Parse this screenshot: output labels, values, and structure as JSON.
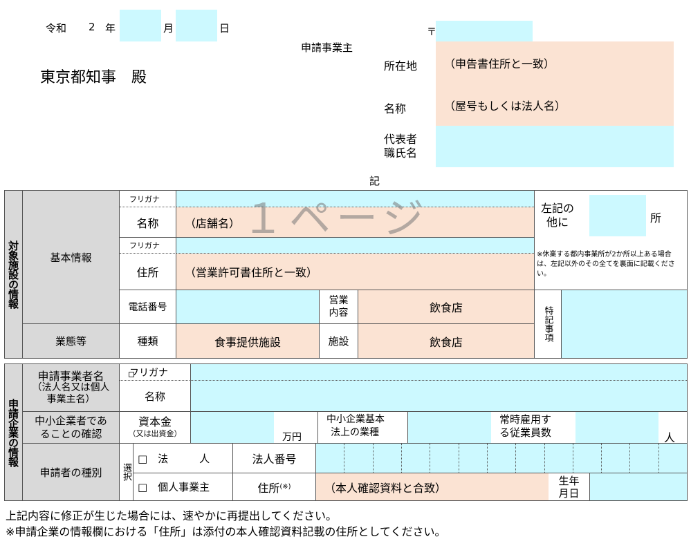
{
  "header": {
    "era": "令和",
    "year_num": "2",
    "year": "年",
    "month": "月",
    "day": "日",
    "addressee": "東京都知事　殿",
    "applicant_label": "申請事業主",
    "postal_mark": "〒",
    "location_label": "所在地",
    "location_hint": "（申告書住所と一致）",
    "name_label": "名称",
    "name_hint": "（屋号もしくは法人名）",
    "rep_label_1": "代表者",
    "rep_label_2": "職氏名",
    "ki": "記"
  },
  "watermark": "１ページ",
  "facility": {
    "section_title": "対象施設の情報",
    "basic_info": "基本情報",
    "furigana": "フリガナ",
    "name_label": "名称",
    "name_hint": "（店舗名）",
    "address_label": "住所",
    "address_hint": "（営業許可書住所と一致）",
    "other_label_1": "左記の",
    "other_label_2": "他に",
    "other_unit": "所",
    "other_note": "※休業する都内事業所が2か所以上ある場合は、左記以外のその全てを裏面に記載ください。",
    "phone_label": "電話番号",
    "business_content_label_1": "営業",
    "business_content_label_2": "内容",
    "business_content_value": "飲食店",
    "special_label": "特記事項",
    "business_type": "業態等",
    "kind_label": "種類",
    "kind_value": "食事提供施設",
    "facility_label": "施設",
    "facility_value": "飲食店"
  },
  "company": {
    "section_title": "申請企業の情報",
    "applicant_name_1": "申請事業者名",
    "applicant_name_2": "（法人名又は個人",
    "applicant_name_3": "事業主名）",
    "furigana": "フリガナ",
    "name_label": "名称",
    "sme_1": "中小企業者であ",
    "sme_2": "ることの確認",
    "capital_1": "資本金",
    "capital_2": "（又は出資金）",
    "capital_unit": "万円",
    "industry_1": "中小企業基本",
    "industry_2": "法上の業種",
    "employees_1": "常時雇用す",
    "employees_2": "る従業員数",
    "employees_unit": "人",
    "applicant_type": "申請者の種別",
    "select": "選択",
    "corp_option": "□　法　　　人",
    "corp_number_label": "法人番号",
    "indiv_option": "□　個人事業主",
    "address_label": "住所",
    "address_mark": "(※)",
    "address_hint": "（本人確認資料と合致）",
    "birth_1": "生年",
    "birth_2": "月日"
  },
  "footer": {
    "note1": "上記内容に修正が生じた場合には、速やかに再提出してください。",
    "note2": "※申請企業の情報欄における「住所」は添付の本人確認資料記載の住所としてください。"
  },
  "colors": {
    "cyan": "#ccf9ff",
    "peach": "#fbe3d3",
    "gray": "#d9d9d9"
  }
}
